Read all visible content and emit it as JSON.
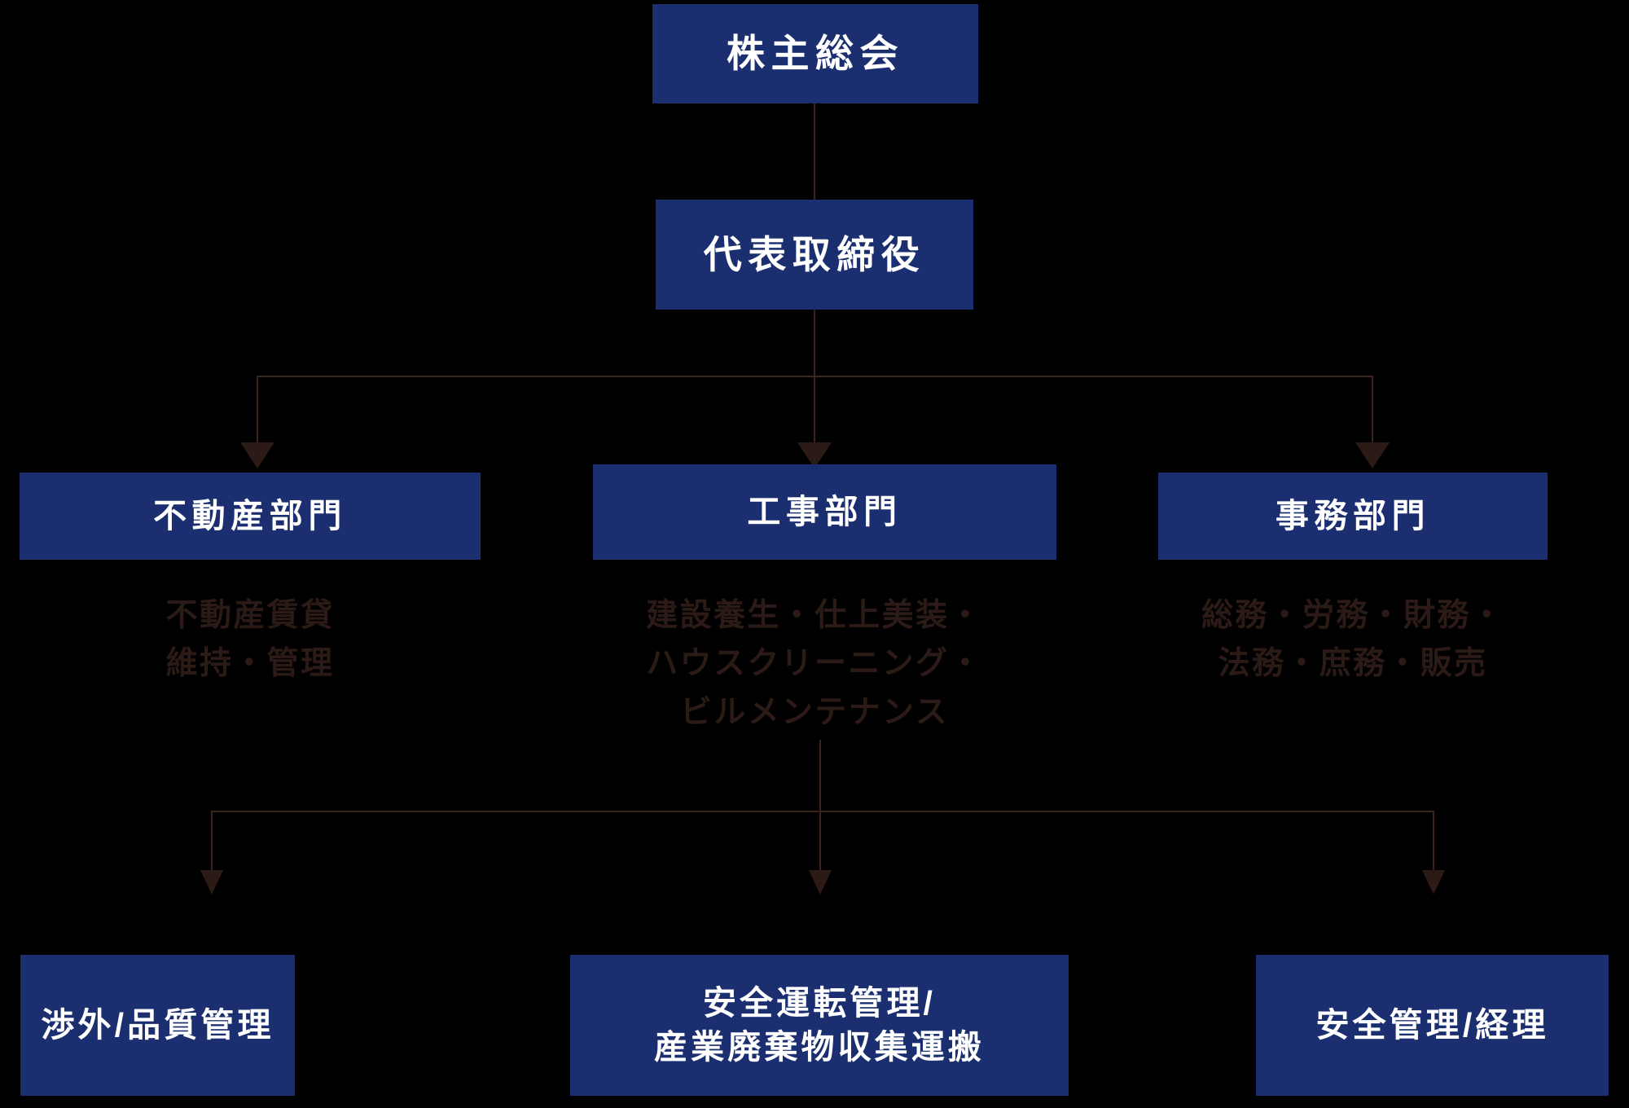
{
  "chart": {
    "title": "組織図",
    "type": "org-chart",
    "background_color": "#000000",
    "box_color": "#1b2f70",
    "box_text_color": "#ffffff",
    "connector_color": "#3a241c",
    "arrow_color": "#2b1a15",
    "description_text_color": "#2b1a15"
  },
  "top": {
    "shareholders_meeting": "株主総会",
    "representative_director": "代表取締役"
  },
  "departments": [
    {
      "name": "不動産部門",
      "description": "不動産賃貸\n維持・管理"
    },
    {
      "name": "工事部門",
      "description": "建設養生・仕上美装・\nハウスクリーニング・\nビルメンテナンス"
    },
    {
      "name": "事務部門",
      "description": "総務・労務・財務・\n法務・庶務・販売"
    }
  ],
  "units": [
    {
      "name": "渉外/品質管理"
    },
    {
      "name": "安全運転管理/\n産業廃棄物収集運搬"
    },
    {
      "name": "安全管理/経理"
    }
  ]
}
